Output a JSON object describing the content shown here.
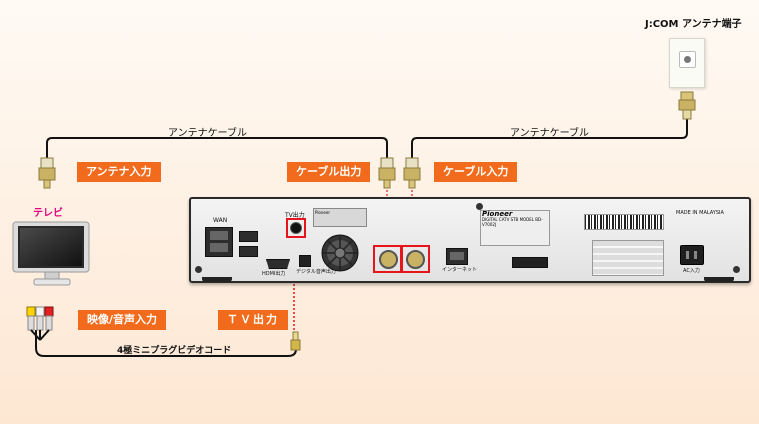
{
  "labels": {
    "jcom_outlet": "J:COM アンテナ端子",
    "antenna_cable_left": "アンテナケーブル",
    "antenna_cable_right": "アンテナケーブル",
    "antenna_input": "アンテナ入力",
    "cable_output": "ケーブル出力",
    "cable_input": "ケーブル入力",
    "tv": "テレビ",
    "video_audio_input": "映像/音声入力",
    "tv_output": "ＴＶ出力",
    "video_cord": "4極ミニプラグビデオコード"
  },
  "device": {
    "brand": "Pioneer",
    "made_in": "MADE IN MALAYSIA",
    "port_wan": "WAN",
    "port_tv_out": "TV出力",
    "port_hdmi": "HDMI出力",
    "port_digital_audio": "デジタル音声出力",
    "port_internet": "インターネット",
    "port_ac_in": "AC入力",
    "model_line": "DIGITAL CATV STB MODEL BD-V7002J"
  },
  "colors": {
    "label_bg": "#f26a1b",
    "highlight": "#e8141b",
    "tv_label": "#e6007e",
    "cable": "#111111"
  }
}
